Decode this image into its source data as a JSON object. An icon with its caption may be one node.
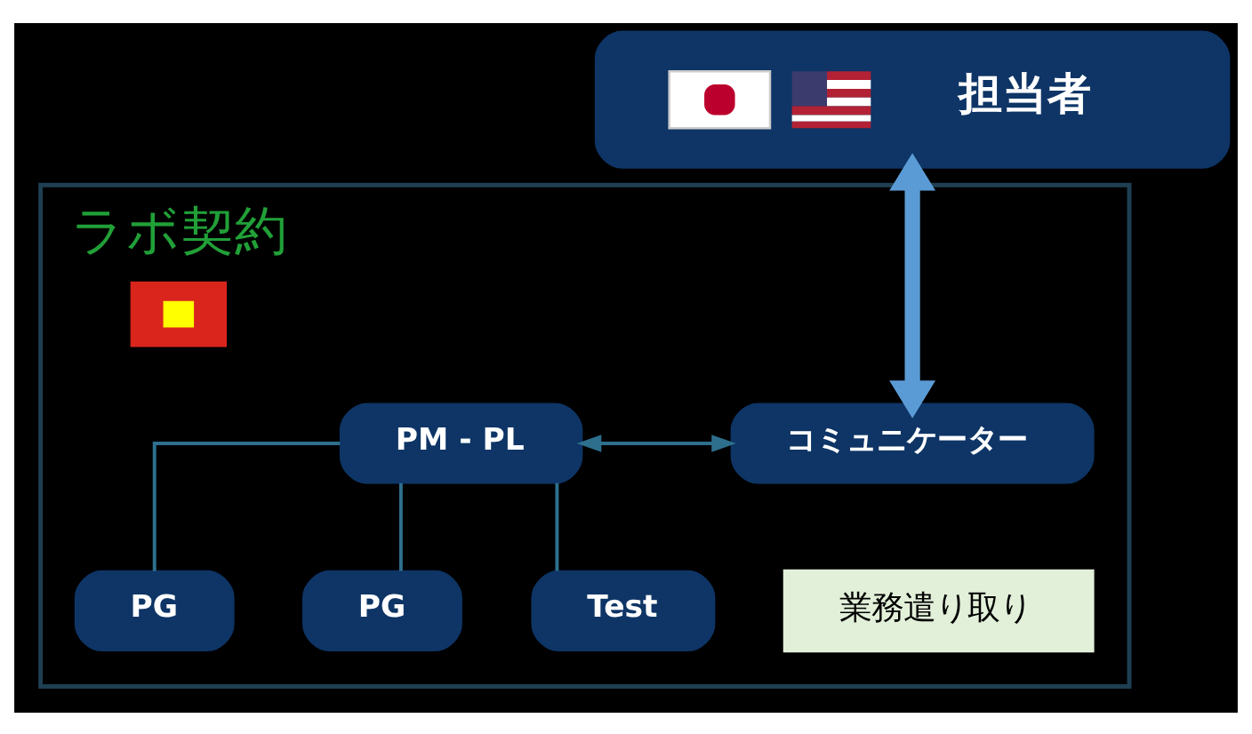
{
  "diagram": {
    "nodes": [
      {
        "text": [
          "担当者"
        ]
      },
      {
        "text": [
          "ラボ契約"
        ]
      },
      {
        "text": [
          "PM - PL"
        ],
        "in": 1
      },
      {
        "text": [
          "コミュニケーター"
        ],
        "in": 1
      },
      {
        "text": [
          "PG"
        ],
        "in": 1
      },
      {
        "text": [
          "PG"
        ],
        "in": 1
      },
      {
        "text": [
          "Test"
        ],
        "in": 1
      },
      {
        "text": [
          "業務遣り取り"
        ],
        "in": 1
      }
    ],
    "edges": [
      {
        "from": 0,
        "to": 3,
        "arrow": "both",
        "style": "thick",
        "color": "#5b9bd5"
      },
      {
        "from": 2,
        "to": 3,
        "arrow": "both"
      },
      {
        "from": 2,
        "to": 4,
        "arrow": "none"
      },
      {
        "from": 2,
        "to": 5,
        "arrow": "none"
      },
      {
        "from": 2,
        "to": 6,
        "arrow": "none"
      }
    ]
  }
}
